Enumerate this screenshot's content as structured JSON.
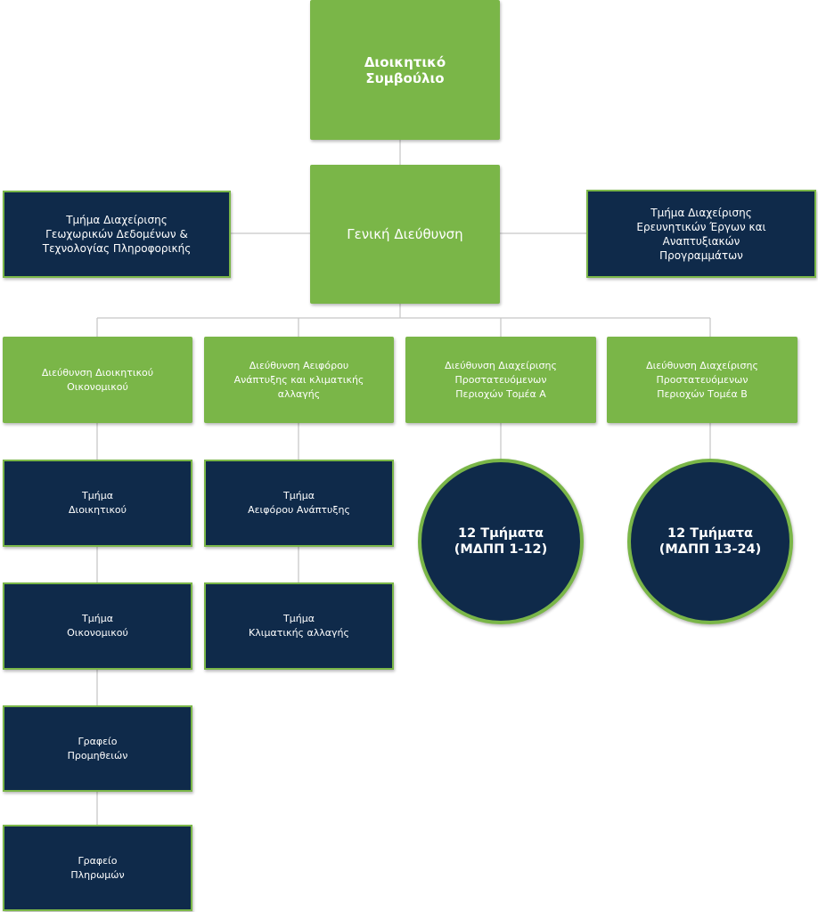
{
  "board": {
    "label": "Διοικητικό\nΣυμβούλιο"
  },
  "general_directorate": {
    "label": "Γενική Διεύθυνση"
  },
  "left_department": {
    "label": "Τμήμα Διαχείρισης\nΓεωχωρικών Δεδομένων &\nΤεχνολογίας Πληροφορικής"
  },
  "right_department": {
    "label": "Τμήμα Διαχείρισης\nΕρευνητικών Έργων και\nΑναπτυξιακών\nΠρογραμμάτων"
  },
  "directorates": [
    {
      "label": "Διεύθυνση Διοικητικού\nΟικονομικού"
    },
    {
      "label": "Διεύθυνση Αειφόρου\nΑνάπτυξης και κλιματικής\nαλλαγής"
    },
    {
      "label": "Διεύθυνση Διαχείρισης\nΠροστατευόμενων\nΠεριοχών Τομέα Α"
    },
    {
      "label": "Διεύθυνση Διαχείρισης\nΠροστατευόμενων\nΠεριοχών Τομέα Β"
    }
  ],
  "admin_units": [
    {
      "label": "Τμήμα\nΔιοικητικού"
    },
    {
      "label": "Τμήμα\nΟικονομικού"
    },
    {
      "label": "Γραφείο\nΠρομηθειών"
    },
    {
      "label": "Γραφείο\nΠληρωμών"
    }
  ],
  "sustainability_units": [
    {
      "label": "Τμήμα\nΑειφόρου Ανάπτυξης"
    },
    {
      "label": "Τμήμα\nΚλιματικής αλλαγής"
    }
  ],
  "sector_units": [
    {
      "label": "12 Τμήματα\n(ΜΔΠΠ 1-12)"
    },
    {
      "label": "12 Τμήματα\n(ΜΔΠΠ 13-24)"
    }
  ],
  "colors": {
    "green": "#7ab648",
    "navy": "#0f2a4a",
    "connector": "#c8c8c8"
  }
}
